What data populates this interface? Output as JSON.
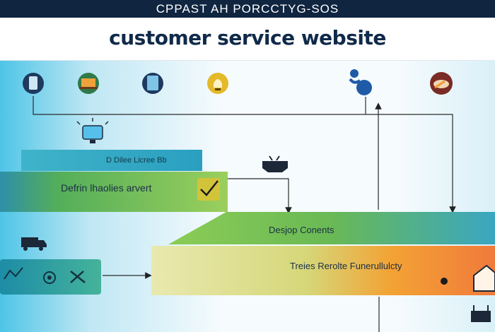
{
  "header": {
    "banner": "CPPAST AH PORCCTYG-SOS",
    "title": "customer service website"
  },
  "bars": {
    "top_left": "D Dilee Licree Bb",
    "define": "Defrin lhaolies arvert",
    "design": "Desjop Conents",
    "test": "Treies Rerolte Funerullulcty"
  },
  "icons": [
    "mobile-icon",
    "laptop-icon",
    "tablet-icon",
    "lightbulb-icon",
    "user-icon",
    "chat-icon",
    "monitor-icon",
    "handshake-icon",
    "checkmark-icon",
    "truck-icon",
    "analytics-icon",
    "target-icon",
    "tools-icon",
    "house-icon",
    "package-icon"
  ],
  "colors": {
    "navy": "#0f2540",
    "teal": "#3bb6c6",
    "green": "#6cba4a",
    "orange": "#f59a2c"
  }
}
